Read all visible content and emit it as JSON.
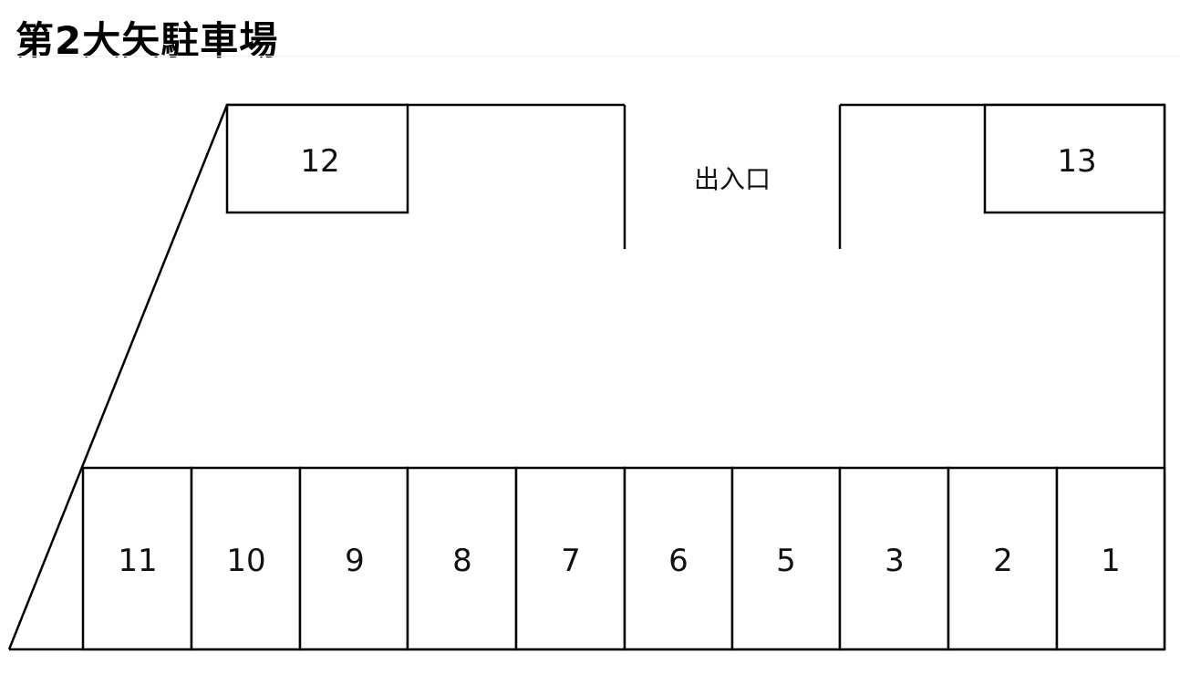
{
  "title": "第2大矢駐車場",
  "entrance_label": "出入口",
  "top_slots": [
    {
      "number": "12"
    },
    {
      "number": "13"
    }
  ],
  "bottom_slots": [
    {
      "number": "11"
    },
    {
      "number": "10"
    },
    {
      "number": "9"
    },
    {
      "number": "8"
    },
    {
      "number": "7"
    },
    {
      "number": "6"
    },
    {
      "number": "5"
    },
    {
      "number": "3"
    },
    {
      "number": "2"
    },
    {
      "number": "1"
    }
  ],
  "colors": {
    "line": "#000000",
    "text": "#111111",
    "background": "#ffffff"
  }
}
